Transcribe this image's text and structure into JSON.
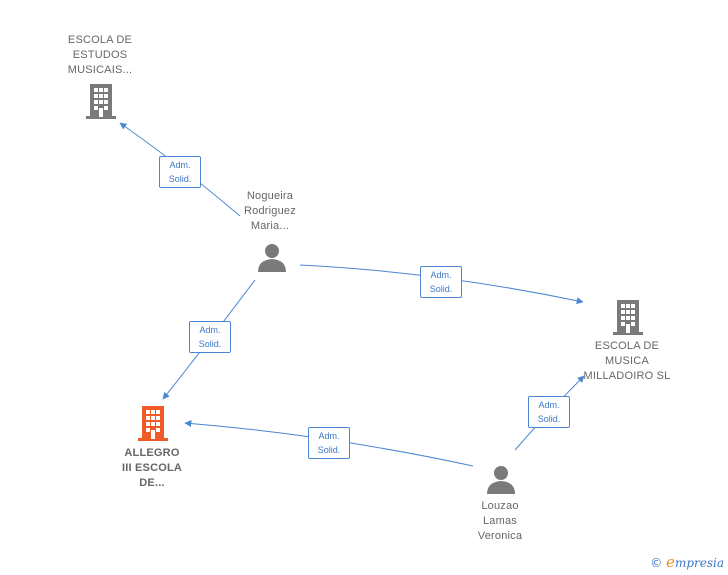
{
  "nodes": {
    "escola_estudos": {
      "type": "company",
      "label_lines": [
        "ESCOLA DE",
        "ESTUDOS",
        "MUSICAIS..."
      ],
      "icon": "building-icon",
      "color": "#7a7a7a"
    },
    "nogueira": {
      "type": "person",
      "label_lines": [
        "Nogueira",
        "Rodriguez",
        "Maria..."
      ],
      "icon": "person-icon",
      "color": "#7a7a7a"
    },
    "escola_milladoiro": {
      "type": "company",
      "label_lines": [
        "ESCOLA DE",
        "MUSICA",
        "MILLADOIRO SL"
      ],
      "icon": "building-icon",
      "color": "#7a7a7a"
    },
    "allegro": {
      "type": "company",
      "label_lines": [
        "ALLEGRO",
        "III ESCOLA",
        "DE..."
      ],
      "icon": "building-icon",
      "color": "#f05a28",
      "highlight": true
    },
    "louzao": {
      "type": "person",
      "label_lines": [
        "Louzao",
        "Lamas",
        "Veronica"
      ],
      "icon": "person-icon",
      "color": "#7a7a7a"
    }
  },
  "edges": [
    {
      "from": "nogueira",
      "to": "escola_estudos",
      "label_lines": [
        "Adm.",
        "Solid."
      ]
    },
    {
      "from": "nogueira",
      "to": "escola_milladoiro",
      "label_lines": [
        "Adm.",
        "Solid."
      ]
    },
    {
      "from": "nogueira",
      "to": "allegro",
      "label_lines": [
        "Adm.",
        "Solid."
      ]
    },
    {
      "from": "louzao",
      "to": "allegro",
      "label_lines": [
        "Adm.",
        "Solid."
      ]
    },
    {
      "from": "louzao",
      "to": "escola_milladoiro",
      "label_lines": [
        "Adm.",
        "Solid."
      ]
    }
  ],
  "colors": {
    "edge": "#4a86d4",
    "node_default": "#7a7a7a",
    "node_highlight": "#f05a28"
  },
  "watermark": {
    "copyright": "©",
    "brand_initial": "e",
    "brand_rest": "mpresia"
  }
}
